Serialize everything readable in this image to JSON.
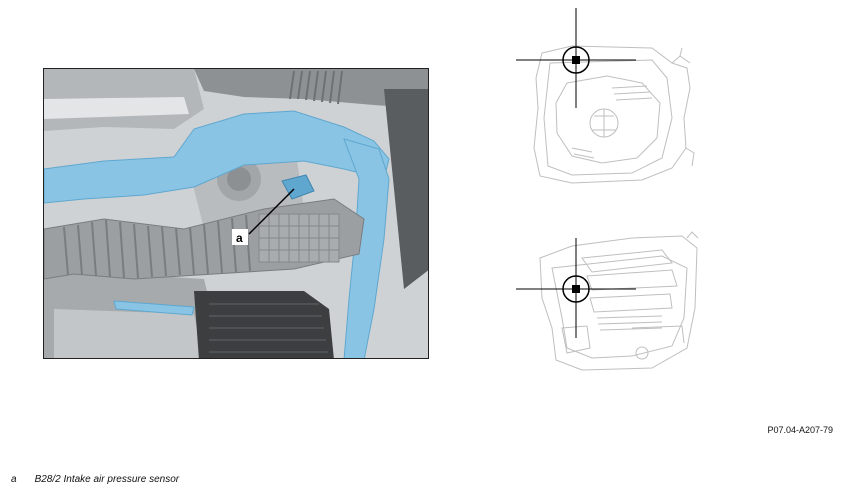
{
  "figure": {
    "callout_letter": "a",
    "reference_code": "P07.04-A207-79"
  },
  "legend": {
    "items": [
      {
        "key": "a",
        "text": "B28/2 Intake air pressure sensor"
      }
    ]
  },
  "colors": {
    "highlight": "#8ac4e4",
    "highlight_dark": "#5fa7cf",
    "grey_part": "#9c9fa2",
    "dark_part": "#3c3e40",
    "line_art": "#bfbfbf"
  }
}
